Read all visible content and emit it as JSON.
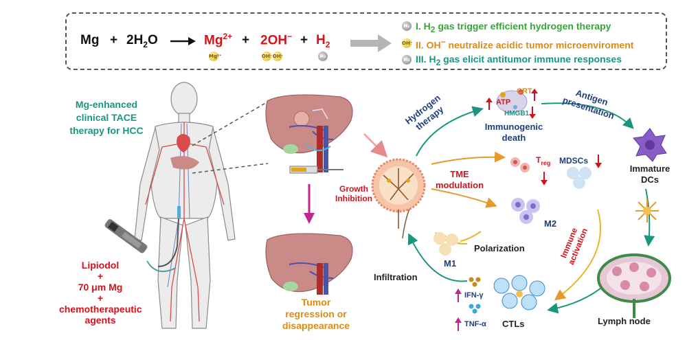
{
  "equation": {
    "mg": "Mg",
    "plus1": "+",
    "water": "2H",
    "water_sub": "2",
    "water_tail": "O",
    "mg_ion": "Mg",
    "mg_ion_sup": "2+",
    "plus2": "+",
    "hydroxide": "2OH",
    "hydroxide_sup": "−",
    "plus3": "+",
    "hydrogen": "H",
    "hydrogen_sub": "2",
    "chip_mg": "Mg²⁺",
    "chip_oh": "OH⁻",
    "chip_h2": "H₂"
  },
  "notes": [
    {
      "prefix": "I. H",
      "sub": "2",
      "text": " gas trigger efficient hydrogen therapy",
      "color": "#3aa43b"
    },
    {
      "prefix": "II. OH",
      "sup": "−",
      "text": " neutralize acidic tumor microenviroment",
      "color": "#e08a12"
    },
    {
      "prefix": "III. H",
      "sub": "2",
      "text": " gas elicit antitumor immune responses",
      "color": "#1a9580"
    }
  ],
  "left": {
    "title_lines": [
      "Mg-enhanced",
      "clinical TACE",
      "therapy for HCC"
    ],
    "recipe": [
      "Lipiodol",
      "+",
      "70 μm Mg",
      "+",
      "chemotherapeutic",
      "agents"
    ]
  },
  "outcome": [
    "Tumor",
    "regression or",
    "disappearance"
  ],
  "cycle": {
    "hydrogen_therapy": [
      "Hydrogen",
      "therapy"
    ],
    "immunogenic_death": [
      "Immunogenic",
      "death"
    ],
    "atp": "ATP",
    "crt": "CRT",
    "hmgb1": "HMGB1",
    "antigen_presentation": [
      "Antigen",
      "presentation"
    ],
    "immature_dcs": [
      "Immature",
      "DCs"
    ],
    "tme_modulation": [
      "TME",
      "modulation"
    ],
    "treg": "T",
    "treg_sub": "reg",
    "mdscs": "MDSCs",
    "growth_inhibition": [
      "Growth",
      "Inhibition"
    ],
    "m2": "M2",
    "m1": "M1",
    "polarization": "Polarization",
    "immune_activation": [
      "Immune",
      "activation"
    ],
    "lymph_node": "Lymph node",
    "infiltration": "Infiltration",
    "ifn": "IFN-γ",
    "tnf": "TNF-α",
    "ctls": "CTLs"
  },
  "colors": {
    "red": "#d3131b",
    "green": "#3aa43b",
    "orange": "#e08a12",
    "teal": "#1a9580",
    "navy": "#1f3d7a",
    "liver": "#c98a88",
    "purple": "#8a5cc7"
  }
}
